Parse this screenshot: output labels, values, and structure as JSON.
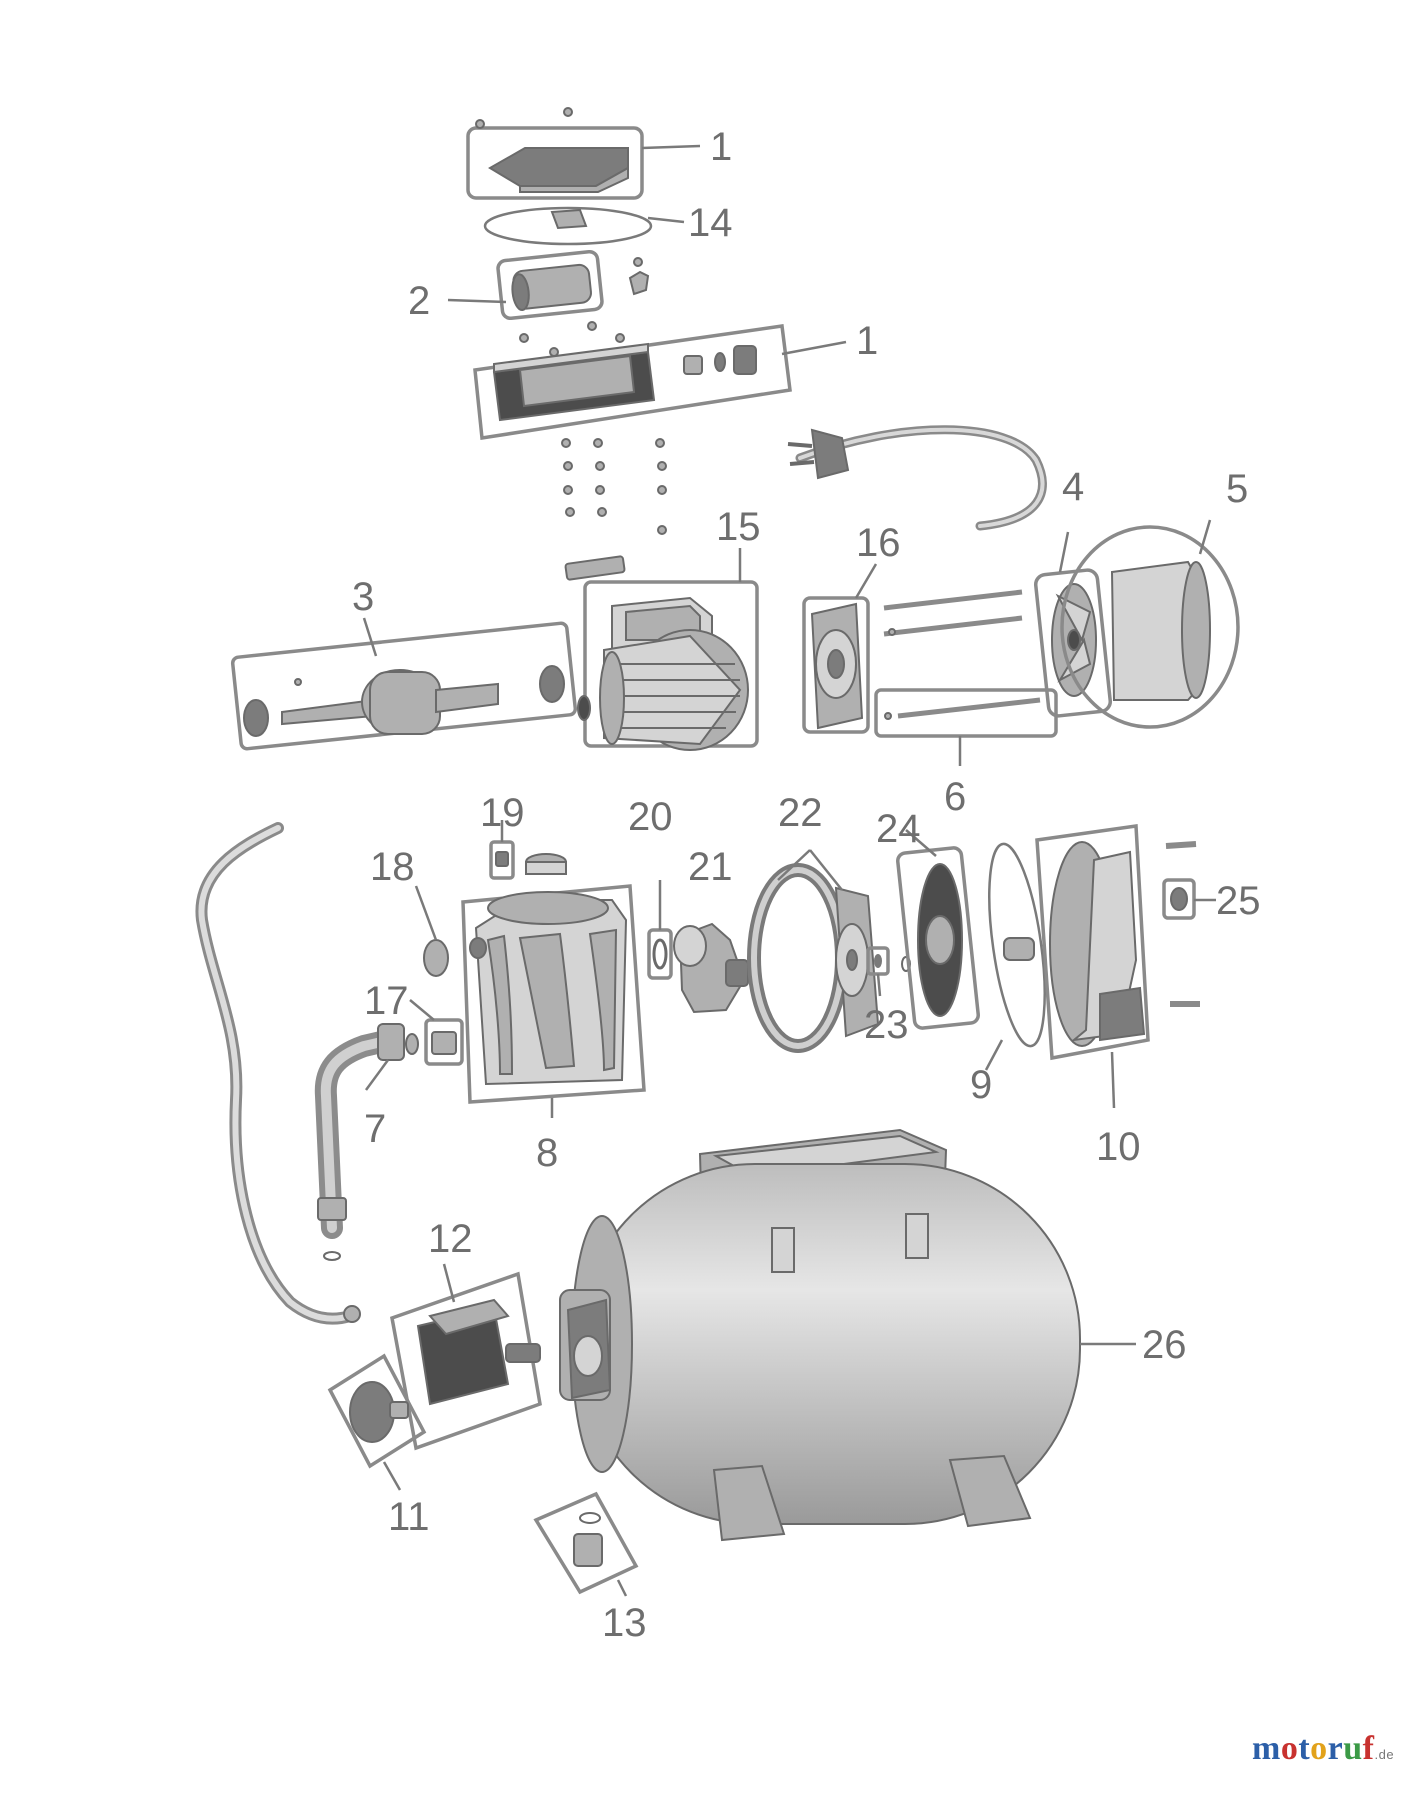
{
  "callouts": [
    {
      "id": "c1a",
      "text": "1"
    },
    {
      "id": "c14",
      "text": "14"
    },
    {
      "id": "c2",
      "text": "2"
    },
    {
      "id": "c1b",
      "text": "1"
    },
    {
      "id": "c4",
      "text": "4"
    },
    {
      "id": "c5",
      "text": "5"
    },
    {
      "id": "c15",
      "text": "15"
    },
    {
      "id": "c16",
      "text": "16"
    },
    {
      "id": "c3",
      "text": "3"
    },
    {
      "id": "c6",
      "text": "6"
    },
    {
      "id": "c19",
      "text": "19"
    },
    {
      "id": "c20",
      "text": "20"
    },
    {
      "id": "c22",
      "text": "22"
    },
    {
      "id": "c24",
      "text": "24"
    },
    {
      "id": "c18",
      "text": "18"
    },
    {
      "id": "c21",
      "text": "21"
    },
    {
      "id": "c25",
      "text": "25"
    },
    {
      "id": "c17",
      "text": "17"
    },
    {
      "id": "c23",
      "text": "23"
    },
    {
      "id": "c9",
      "text": "9"
    },
    {
      "id": "c7",
      "text": "7"
    },
    {
      "id": "c8",
      "text": "8"
    },
    {
      "id": "c10",
      "text": "10"
    },
    {
      "id": "c12",
      "text": "12"
    },
    {
      "id": "c26",
      "text": "26"
    },
    {
      "id": "c11",
      "text": "11"
    },
    {
      "id": "c13",
      "text": "13"
    }
  ],
  "watermark": {
    "letters": [
      "m",
      "o",
      "t",
      "o",
      "r",
      "u",
      "f"
    ],
    "letter_colors": [
      "#2c5fa8",
      "#c8322f",
      "#2c5fa8",
      "#e2a21b",
      "#2c5fa8",
      "#3b9a46",
      "#c8322f"
    ],
    "suffix": ".de"
  }
}
